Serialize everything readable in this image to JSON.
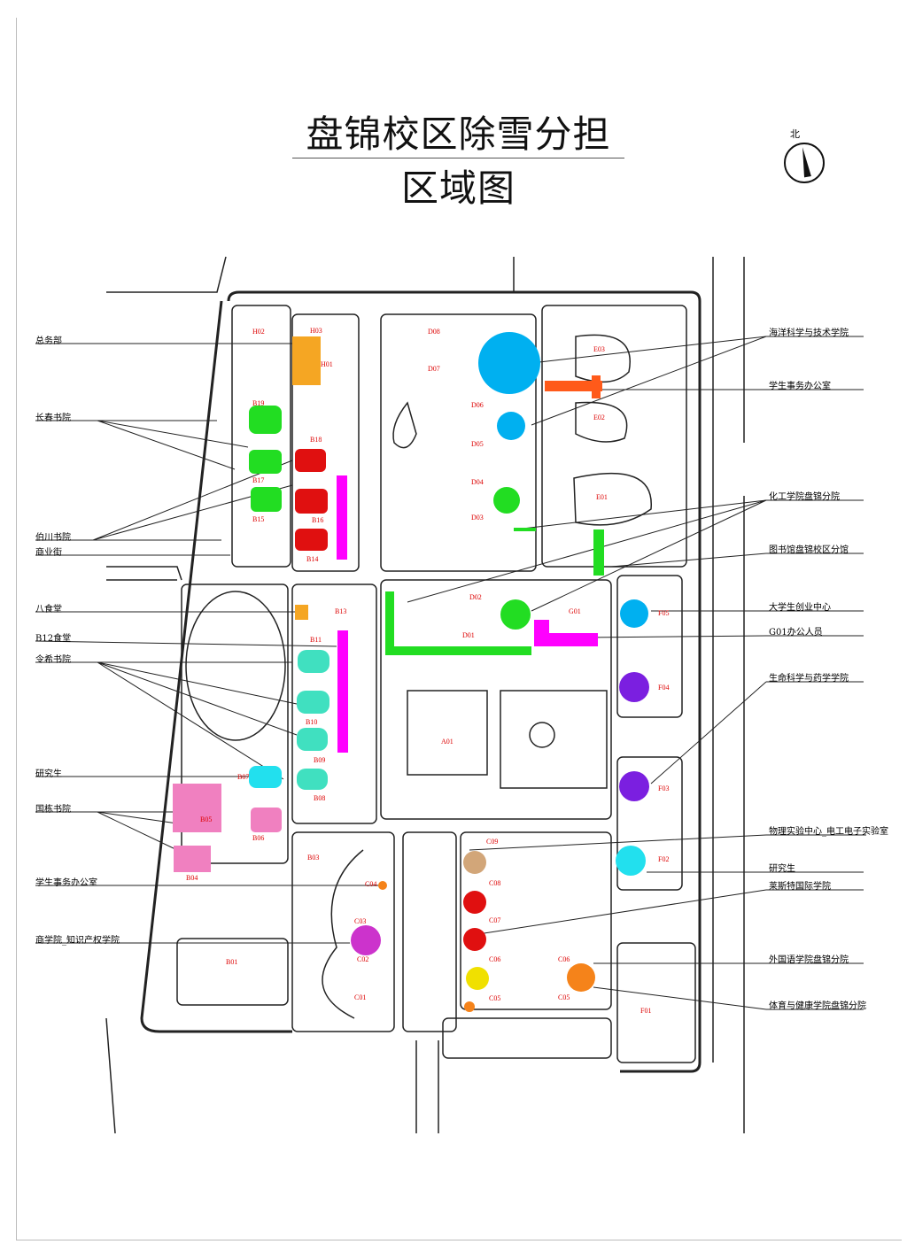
{
  "title": "盘锦校区除雪分担区域图",
  "north": "北",
  "left_labels": [
    "总务部",
    "长春书院",
    "伯川书院",
    "商业街",
    "八食堂",
    "B12食堂",
    "令希书院",
    "研究生",
    "国栋书院",
    "学生事务办公室",
    "商学院_知识产权学院"
  ],
  "right_labels": [
    "海洋科学与技术学院",
    "学生事务办公室",
    "化工学院盘锦分院",
    "图书馆盘锦校区分馆",
    "大学生创业中心",
    "G01办公人员",
    "生命科学与药学学院",
    "物理实验中心_电工电子实验室",
    "研究生",
    "莱斯特国际学院",
    "外国语学院盘锦分院",
    "体育与健康学院盘锦分院"
  ],
  "buildings": [
    "H02",
    "H03",
    "H01",
    "D08",
    "D07",
    "E03",
    "D06",
    "E02",
    "D05",
    "D04",
    "D03",
    "E01",
    "B19",
    "B18",
    "B17",
    "B16",
    "B15",
    "B14",
    "B13",
    "B11",
    "B10",
    "B09",
    "B08",
    "B07",
    "B05",
    "B06",
    "B04",
    "B03",
    "B01",
    "D02",
    "D01",
    "G01",
    "F05",
    "F04",
    "F03",
    "F02",
    "F01",
    "A01",
    "C09",
    "C08",
    "C07",
    "C06",
    "C05",
    "C04",
    "C03",
    "C02",
    "C01",
    "C06",
    "C05"
  ],
  "colors": {
    "orange": "#f5a623",
    "cyan": "#00b0f0",
    "red_orange": "#ff5a1a",
    "green": "#22dd22",
    "red": "#e01010",
    "magenta": "#ff00ff",
    "aqua": "#40e0c0",
    "purple": "#7b1fe0",
    "pink": "#f080c0",
    "tan": "#d2a679",
    "yellow": "#f0e000"
  }
}
